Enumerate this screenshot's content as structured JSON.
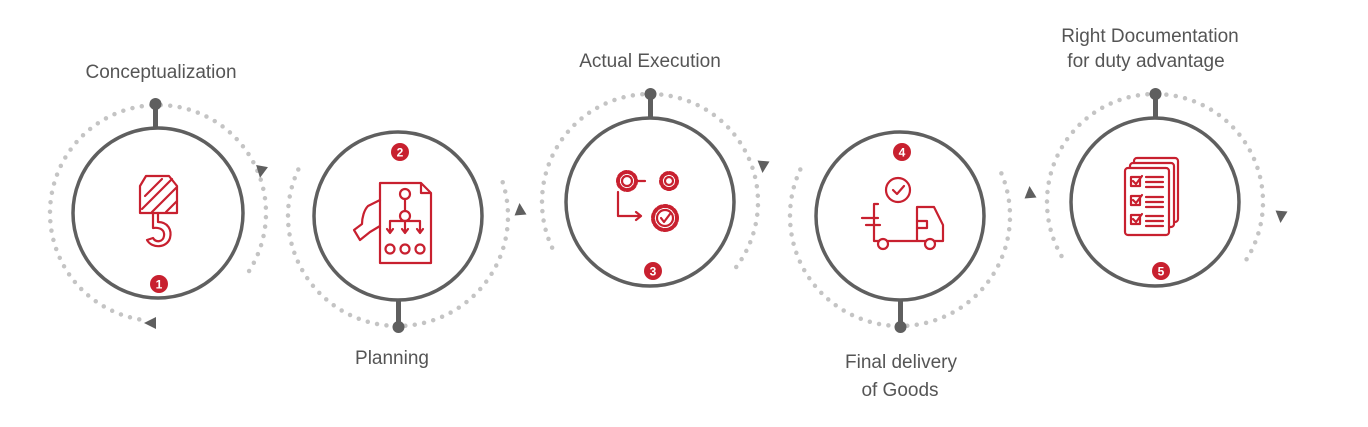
{
  "colors": {
    "accent": "#c8202f",
    "ring": "#5f5f5f",
    "dots": "#c4c4c4",
    "text": "#555555"
  },
  "steps": [
    {
      "number": "1",
      "label_lines": [
        "Conceptualization"
      ],
      "icon": "crane-hook-icon"
    },
    {
      "number": "2",
      "label_lines": [
        "Planning"
      ],
      "icon": "flowchart-document-icon"
    },
    {
      "number": "3",
      "label_lines": [
        "Actual Execution"
      ],
      "icon": "gears-process-icon"
    },
    {
      "number": "4",
      "label_lines": [
        "Final delivery",
        "of Goods"
      ],
      "icon": "delivery-truck-icon"
    },
    {
      "number": "5",
      "label_lines": [
        "Right Documentation",
        "for duty advantage"
      ],
      "icon": "checklist-documents-icon"
    }
  ]
}
